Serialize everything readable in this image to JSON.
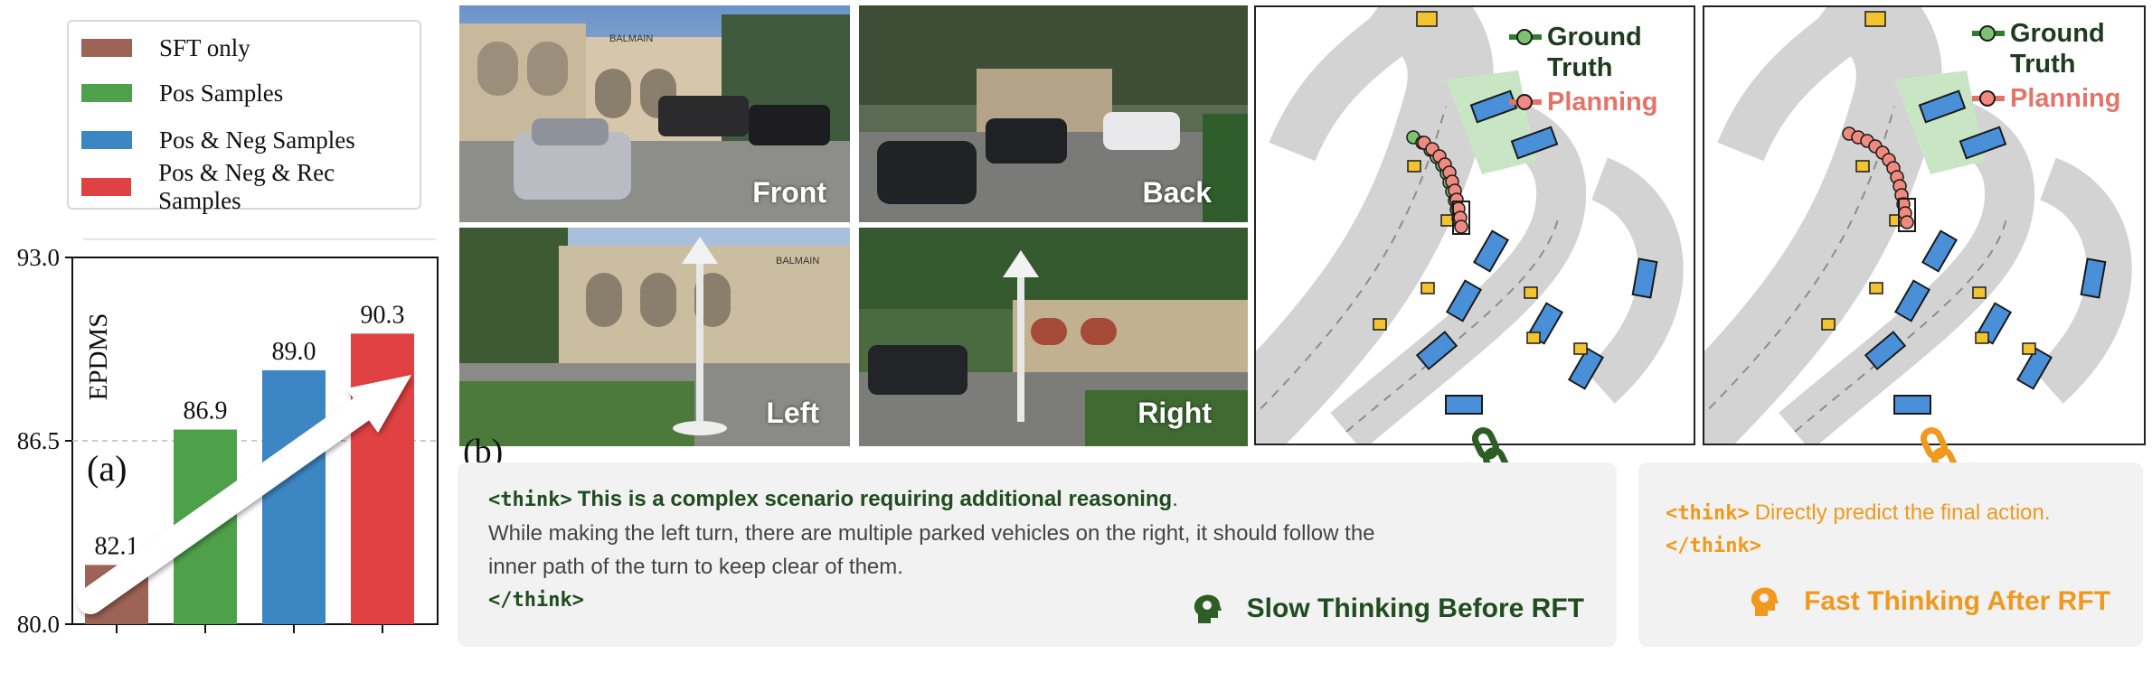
{
  "legend": {
    "items": [
      {
        "label": "SFT only",
        "color": "#9c6356"
      },
      {
        "label": "Pos Samples",
        "color": "#4fa04a"
      },
      {
        "label": "Pos & Neg Samples",
        "color": "#3d86c4"
      },
      {
        "label": "Pos & Neg & Rec Samples",
        "color": "#e04142"
      }
    ]
  },
  "panel_a_label": "(a)",
  "panel_b_label": "(b)",
  "chart_data": {
    "type": "bar",
    "categories": [
      "SFT only",
      "Pos Samples",
      "Pos & Neg Samples",
      "Pos & Neg & Rec Samples"
    ],
    "values": [
      82.1,
      86.9,
      89.0,
      90.3
    ],
    "value_labels": [
      "82.1",
      "86.9",
      "89.0",
      "90.3"
    ],
    "colors": [
      "#9c6356",
      "#4fa04a",
      "#3d86c4",
      "#e04142"
    ],
    "ylabel": "EPDMS",
    "ylim": [
      80.0,
      93.0
    ],
    "yticks": [
      "80.0",
      "86.5",
      "93.0"
    ],
    "ytick_values": [
      80.0,
      86.5,
      93.0
    ],
    "reference_line": 86.5,
    "grid": false
  },
  "cameras": {
    "front": "Front",
    "back": "Back",
    "left": "Left",
    "right": "Right",
    "sign_text": "BALMAIN"
  },
  "bev": {
    "ground_truth": "Ground Truth",
    "ground_truth_line1": "Ground",
    "ground_truth_line2": "Truth",
    "planning": "Planning",
    "gt_color": "#2e7d32",
    "plan_color": "#e57368"
  },
  "slow": {
    "think_open": "<think>",
    "headline": "This is a complex scenario requiring additional reasoning",
    "headline_end": ".",
    "body_line1": "While making the left turn, there are multiple parked vehicles on the right, it should follow the",
    "body_line2": "inner path of the turn to keep clear of them.",
    "think_close": "</think>",
    "caption": "Slow Thinking Before RFT",
    "color": "#1f4d1f"
  },
  "fast": {
    "think_open": "<think>",
    "text": "Directly predict the final action.",
    "think_close": "</think>",
    "caption": "Fast Thinking After RFT",
    "color": "#f0991e"
  }
}
